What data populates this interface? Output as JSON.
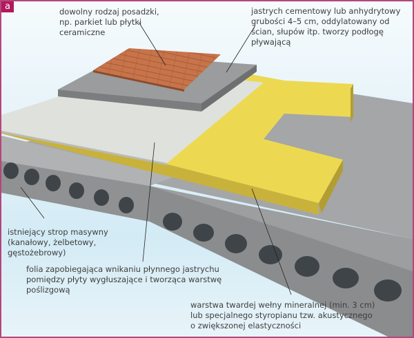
{
  "figure": {
    "badge": "a",
    "border_color": "#b5457a",
    "badge_color": "#b0195e"
  },
  "labels": {
    "flooring": "dowolny rodzaj posadzki,\nnp. parkiet lub płytki\nceramiczne",
    "screed": "jastrych cementowy lub anhydrytowy\ngrubości 4–5 cm, oddylatowany od\nścian, słupów itp. tworzy podłogę\npływającą",
    "slab": "istniejący strop masywny\n(kanałowy, żelbetowy,\ngęstożebrowy)",
    "foil": "folia zapobiegająca wnikaniu płynnego jastrychu\npomiędzy płyty wygłuszające i tworząca warstwę\npoślizgową",
    "insulation": "warstwa twardej wełny mineralnej (min. 3 cm)\nlub specjalnego styropianu tzw. akustycznego\no zwiększonej elastyczności"
  },
  "layers": [
    {
      "name": "parquet",
      "color": "#c8744a"
    },
    {
      "name": "screed",
      "color": "#9a9c9d"
    },
    {
      "name": "foil",
      "color": "#dfe1dd"
    },
    {
      "name": "mineral-wool",
      "color": "#ecd951"
    },
    {
      "name": "hollow-core-slab",
      "color": "#a3a5a6"
    }
  ]
}
